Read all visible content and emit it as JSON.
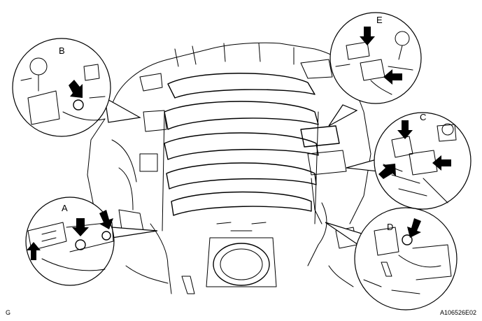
{
  "diagram": {
    "callouts": [
      {
        "id": "A",
        "label": "A"
      },
      {
        "id": "B",
        "label": "B"
      },
      {
        "id": "C",
        "label": "C"
      },
      {
        "id": "D",
        "label": "D"
      },
      {
        "id": "E",
        "label": "E"
      }
    ],
    "corner_mark": "G",
    "figure_code": "A106526E02"
  },
  "colors": {
    "ink": "#000000",
    "paper": "#ffffff"
  },
  "icons": [
    "arrow-icon"
  ]
}
